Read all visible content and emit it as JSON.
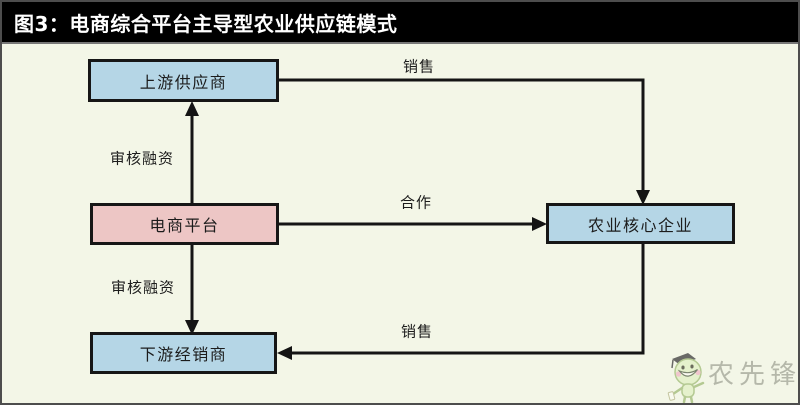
{
  "header": {
    "title": "图3：电商综合平台主导型农业供应链模式"
  },
  "diagram": {
    "nodes": [
      {
        "id": "upstream",
        "label": "上游供应商",
        "fill": "#b5d6e6"
      },
      {
        "id": "platform",
        "label": "电商平台",
        "fill": "#edc6c5"
      },
      {
        "id": "downstream",
        "label": "下游经销商",
        "fill": "#b5d6e6"
      },
      {
        "id": "core",
        "label": "农业核心企业",
        "fill": "#b5d6e6"
      }
    ],
    "edges": [
      {
        "from": "platform",
        "to": "upstream",
        "label": "审核融资"
      },
      {
        "from": "platform",
        "to": "downstream",
        "label": "审核融资"
      },
      {
        "from": "platform",
        "to": "core",
        "label": "合作"
      },
      {
        "from": "upstream",
        "to": "core",
        "label": "销售"
      },
      {
        "from": "core",
        "to": "downstream",
        "label": "销售"
      }
    ],
    "colors": {
      "background": "#f3f6e7",
      "title_bar_bg": "#000000",
      "title_text": "#ffffff",
      "line": "#141414",
      "node_border": "#161616",
      "node_blue": "#b5d6e6",
      "node_pink": "#edc6c5"
    }
  },
  "watermark": {
    "brand": "农先锋"
  }
}
